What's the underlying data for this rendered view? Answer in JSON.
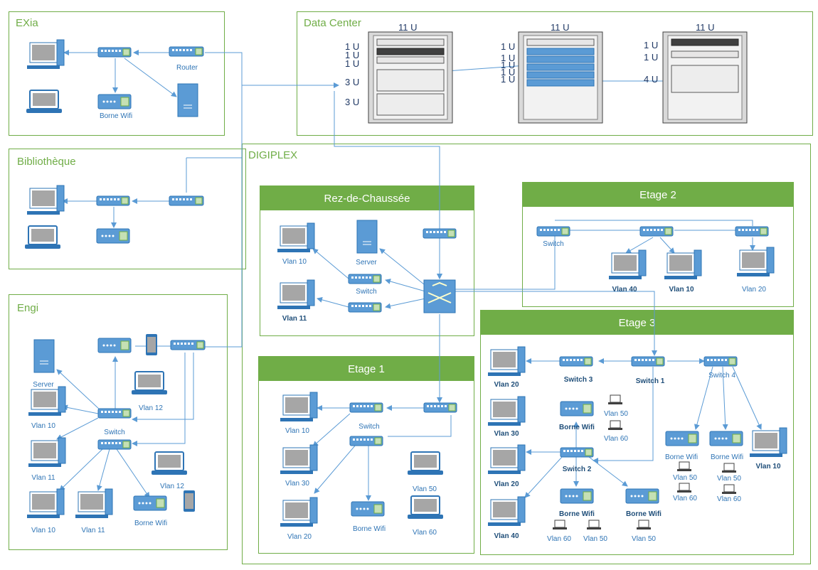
{
  "zones": {
    "exia": "EXia",
    "datacenter": "Data Center",
    "bibliotheque": "Bibliothèque",
    "digiplex": "DIGIPLEX",
    "engi": "Engi"
  },
  "floors": {
    "rdc": "Rez-de-Chaussée",
    "etage1": "Etage 1",
    "etage2": "Etage 2",
    "etage3": "Etage 3"
  },
  "racks": {
    "height": "11 U",
    "u1": "1 U",
    "u3": "3 U",
    "u4": "4 U"
  },
  "labels": {
    "router": "Router",
    "borne_wifi": "Borne Wifi",
    "server": "Server",
    "switch": "Switch",
    "switch1": "Switch 1",
    "switch2": "Switch 2",
    "switch3": "Switch 3",
    "switch4": "Switch 4",
    "vlan10": "Vlan 10",
    "vlan11": "Vlan 11",
    "vlan12": "Vlan 12",
    "vlan20": "Vlan 20",
    "vlan30": "Vlan 30",
    "vlan40": "Vlan 40",
    "vlan50": "Vlan 50",
    "vlan60": "Vlan 60"
  },
  "colors": {
    "zone_border": "#70ad47",
    "floor_header": "#70ad47",
    "device": "#5b9bd5",
    "device_dark": "#2e74b5",
    "link": "#5b9bd5",
    "screen": "#a6a6a6"
  },
  "icons": [
    "switch-icon",
    "router-icon",
    "workstation-icon",
    "laptop-icon",
    "server-icon",
    "tablet-icon",
    "access-point-icon",
    "core-switch-icon",
    "rack-icon"
  ]
}
